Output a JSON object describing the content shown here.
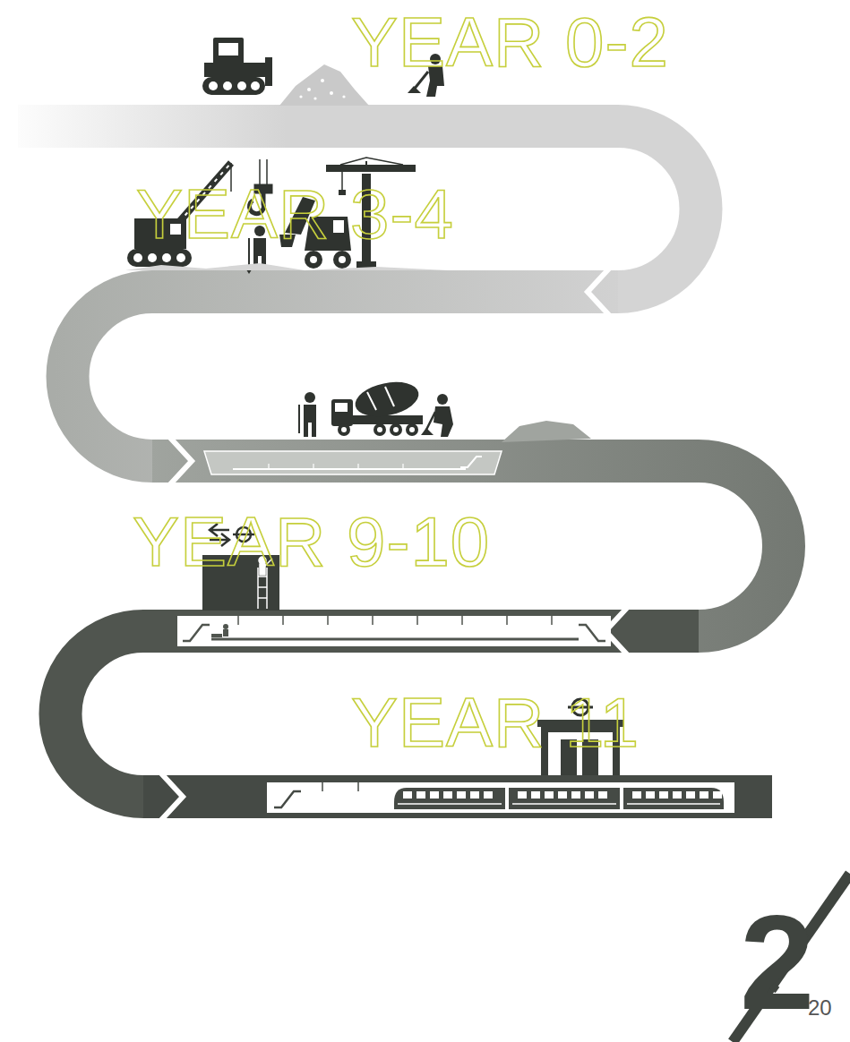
{
  "diagram": {
    "labels": [
      "YEAR 0-2",
      "YEAR 3-4",
      "YEAR 9-10",
      "YEAR 11",
      "2",
      "20"
    ]
  }
}
